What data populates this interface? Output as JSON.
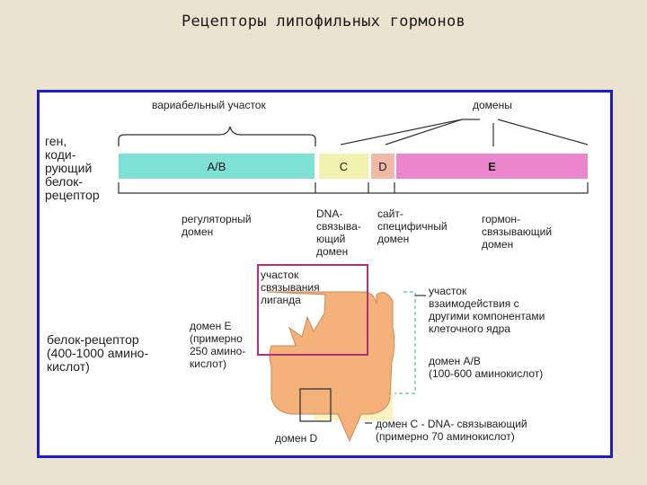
{
  "slide_title": "Рецепторы липофильных гормонов",
  "gene_label": "ген,\nкоди-\nрующий\nбелок-\nрецептор",
  "variable_region_label": "вариабельный участок",
  "domains_label": "домены",
  "segments": {
    "ab": {
      "label": "A/B",
      "color": "#7fe0d6"
    },
    "c": {
      "label": "C",
      "color": "#f2f1b0"
    },
    "d": {
      "label": "D",
      "color": "#f1b9a6"
    },
    "e": {
      "label": "E",
      "color": "#ec86cc"
    }
  },
  "domain_captions": {
    "regulatory": "регуляторный\nдомен",
    "dna_binding": "DNA-\nсвязыва-\nющий\nдомен",
    "site_specific": "сайт-\nспецифичный\nдомен",
    "hormone_binding": "гормон-\nсвязывающий\nдомен"
  },
  "protein_receptor_label": "белок-рецептор\n(400-1000 амино-\nкислот)",
  "ligand_site_label": "участок\nсвязывания\nлиганда",
  "domain_e_label": "домен Е\n(примерно\n250 амино-\nкислот)",
  "interaction_site_label": "участок\nвзаимодействия с\nдругими компонентами\nклеточного ядра",
  "domain_ab_label": "домен А/В\n(100-600 аминокислот)",
  "domain_c_label": "домен С - DNA- связывающий\n(примерно 70 аминокислот)",
  "domain_d_label": "домен D",
  "colors": {
    "protein_fill": "#f4b27a",
    "ligand_box": "#b0307a",
    "dna_region": "#fbf3c4",
    "frame": "#1b1bd0",
    "interaction_dash": "#4fbfa8"
  }
}
